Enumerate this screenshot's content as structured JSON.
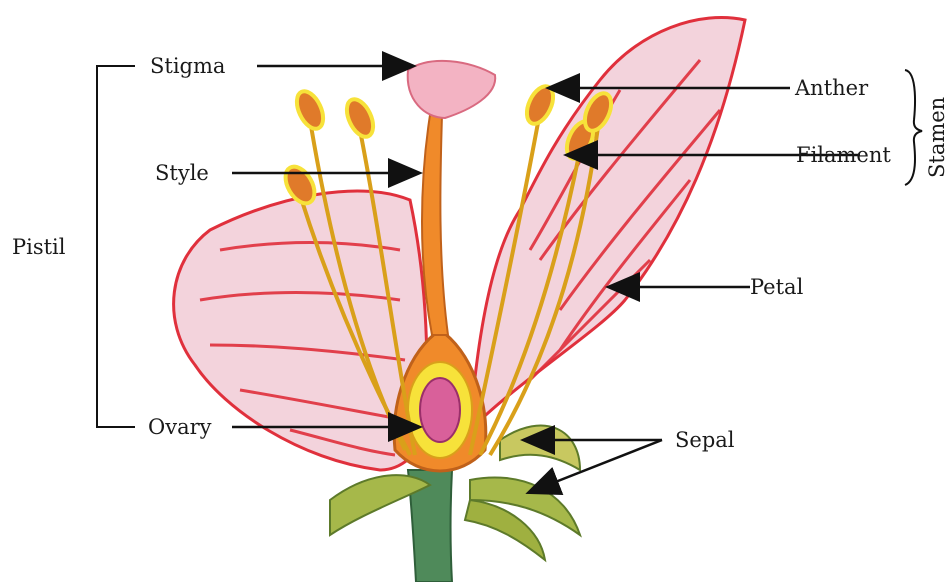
{
  "labels": {
    "stigma": "Stigma",
    "style": "Style",
    "pistil": "Pistil",
    "ovary": "Ovary",
    "anther": "Anther",
    "filament": "Filament",
    "stamen": "Stamen",
    "petal": "Petal",
    "sepal": "Sepal"
  },
  "colors": {
    "petal_fill": "#f3d3dc",
    "petal_vein": "#e0303c",
    "style": "#f08a2a",
    "anther": "#e07a2a",
    "pollen": "#f7e23a",
    "ovary": "#d9609a",
    "sepal": "#8aa63a",
    "stalk": "#4f8a5a"
  }
}
